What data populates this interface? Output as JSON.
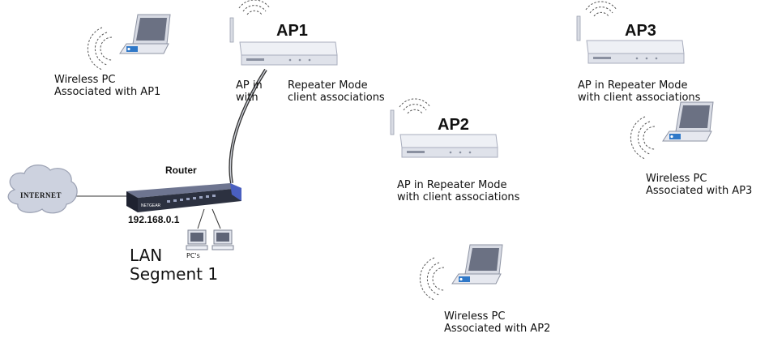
{
  "internet": {
    "label": "INTERNET"
  },
  "router": {
    "label": "Router",
    "ip": "192.168.0.1",
    "brand": "NETGEAR"
  },
  "lan": {
    "line1": "LAN",
    "line2": "Segment 1",
    "pcs_label": "PC's"
  },
  "ap1": {
    "title": "AP1",
    "caption_line1": "AP in",
    "caption_line2": "with",
    "caption_right_line1": "Repeater Mode",
    "caption_right_line2": "client associations"
  },
  "ap2": {
    "title": "AP2",
    "caption_line1": "AP in Repeater Mode",
    "caption_line2": "with client associations"
  },
  "ap3": {
    "title": "AP3",
    "caption_line1": "AP in Repeater Mode",
    "caption_line2": "with client associations"
  },
  "pc1": {
    "line1": "Wireless PC",
    "line2": "Associated with AP1"
  },
  "pc2": {
    "line1": "Wireless PC",
    "line2": "Associated with AP2"
  },
  "pc3": {
    "line1": "Wireless PC",
    "line2": "Associated with AP3"
  },
  "colors": {
    "device_body": "#e4e6ee",
    "device_edge": "#a8adbd",
    "router_dark": "#2c3140",
    "router_blue": "#4a5fc0",
    "cloud": "#cdd2df",
    "cable": "#333333"
  }
}
